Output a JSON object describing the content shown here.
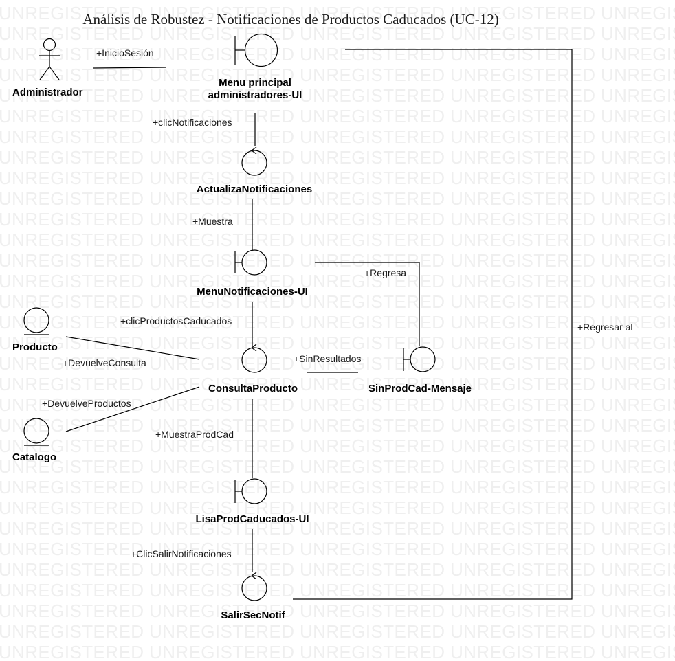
{
  "title": "Análisis de Robustez - Notificaciones de Productos Caducados (UC-12)",
  "watermark": "UNREGISTERED",
  "colors": {
    "line": "#000000",
    "watermark": "#efefef"
  },
  "elements": {
    "administrador": {
      "label": "Administrador",
      "type": "actor"
    },
    "menu_principal": {
      "label_line1": "Menu principal",
      "label_line2": "administradores-UI",
      "type": "boundary"
    },
    "actualiza_notificaciones": {
      "label": "ActualizaNotificaciones",
      "type": "control"
    },
    "menu_notificaciones": {
      "label": "MenuNotificaciones-UI",
      "type": "boundary"
    },
    "producto": {
      "label": "Producto",
      "type": "entity"
    },
    "consulta_producto": {
      "label": "ConsultaProducto",
      "type": "control"
    },
    "sin_prod_cad_mensaje": {
      "label": "SinProdCad-Mensaje",
      "type": "boundary"
    },
    "catalogo": {
      "label": "Catalogo",
      "type": "entity"
    },
    "lisa_prod_caducados": {
      "label": "LisaProdCaducados-UI",
      "type": "boundary"
    },
    "salir_sec_notif": {
      "label": "SalirSecNotif",
      "type": "control"
    }
  },
  "relations": {
    "inicio_sesion": "+InicioSesión",
    "clic_notificaciones": "+clicNotificaciones",
    "muestra": "+Muestra",
    "regresa": "+Regresa",
    "clic_productos_caducados": "+clicProductosCaducados",
    "devuelve_consulta": "+DevuelveConsulta",
    "sin_resultados": "+SinResultados",
    "devuelve_productos": "+DevuelveProductos",
    "muestra_prod_cad": "+MuestraProdCad",
    "clic_salir_notificaciones": "+ClicSalirNotificaciones",
    "regresar_al": "+Regresar al"
  }
}
